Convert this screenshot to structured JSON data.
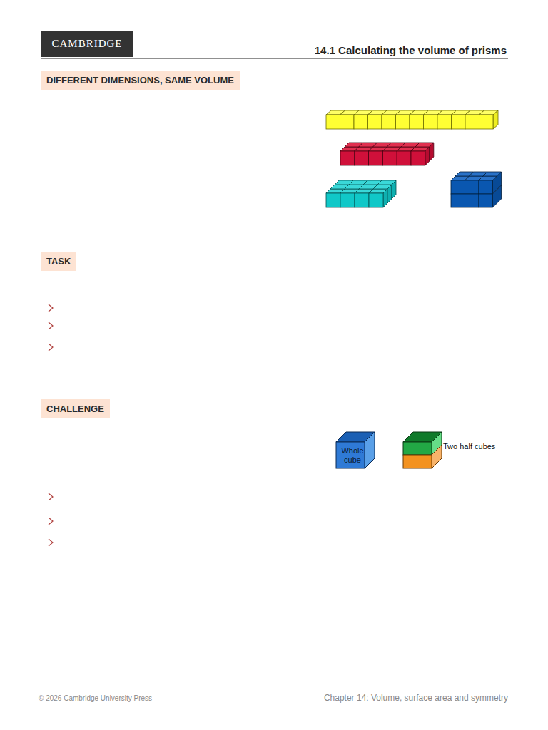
{
  "diagram": {
    "title": "14.1 Calculating the volume of prisms",
    "nodes": [
      {
        "text": [
          "CAMBRIDGE"
        ]
      },
      {
        "text": [
          "DIFFERENT DIMENSIONS, SAME VOLUME"
        ]
      },
      {
        "text": [
          "TASK"
        ]
      },
      {
        "text": [
          "CHALLENGE"
        ]
      },
      {
        "text": [
          "Whole cube"
        ]
      },
      {
        "text": [
          "Two half cubes"
        ]
      }
    ],
    "labels": [
      "© 2026 Cambridge University Press",
      "Chapter 14: Volume, surface area and symmetry"
    ]
  }
}
